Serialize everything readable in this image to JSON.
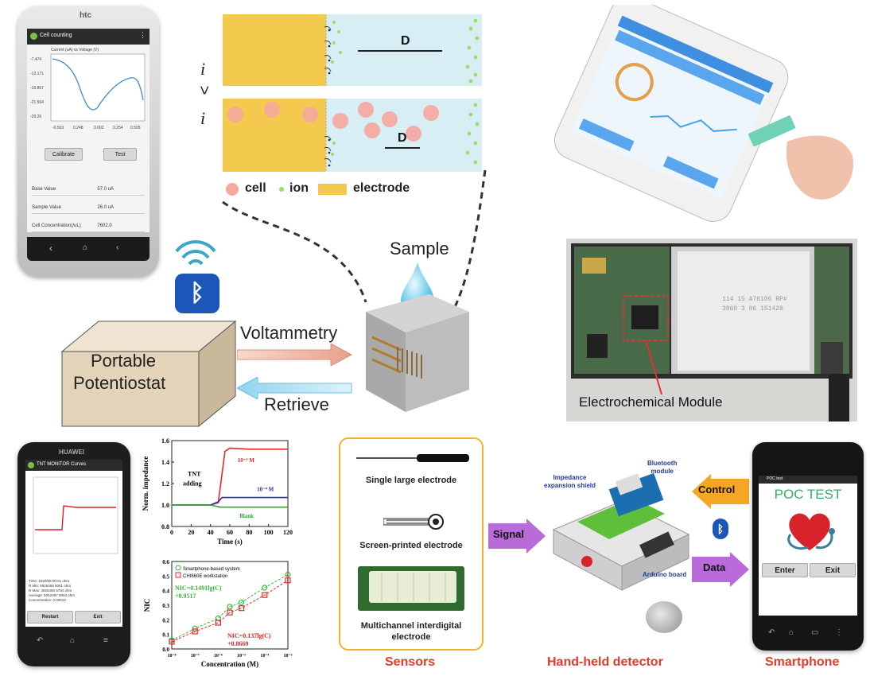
{
  "phone1": {
    "brand": "htc",
    "app_title": "Cell counting",
    "graph_title": "Current (uA) vs Voltage (V)",
    "y_ticks": [
      "-7.474",
      "-12.171",
      "-16.867",
      "-21.564",
      "-26.26"
    ],
    "x_ticks": [
      "-0.503",
      "0.248",
      "0.002",
      "0.254",
      "0.505"
    ],
    "calibrate": "Calibrate",
    "test": "Test",
    "rows": [
      {
        "label": "Base Value",
        "value": "57.0 uA"
      },
      {
        "label": "Sample Value",
        "value": "26.0 uA"
      },
      {
        "label": "Cell Concentration(/uL)",
        "value": "7602.0"
      }
    ]
  },
  "voltammetry_panels": {
    "symbol_top": "i",
    "symbol_mid": ">",
    "symbol_bot": "i",
    "d_label": "D",
    "legend": {
      "cell": "cell",
      "ion": "ion",
      "electrode": "electrode"
    }
  },
  "center": {
    "sample": "Sample",
    "voltammetry": "Voltammetry",
    "retrieve": "Retrieve",
    "potentiostat_line1": "Portable",
    "potentiostat_line2": "Potentiostat"
  },
  "right_top": {
    "electrochemical_module": "Electrochemical Module",
    "label_line1": "114 15 A76106 RP#",
    "label_line2": "3860 3 06 151428"
  },
  "phone2": {
    "brand": "HUAWEI",
    "app_title": "TNT MONITOR Curves",
    "info_lines": [
      "Time: 2020/06 00:01 ohm",
      "R Min: 5926469 5061 ohm",
      "R Max: 4826480 5784 ohm",
      "Average: 5052467 8063 ohm",
      "Concentration: 0.00012"
    ],
    "restart": "Restart",
    "exit": "Exit"
  },
  "chart_top": {
    "ylabel": "Norm. impedance",
    "xlabel": "Time (s)",
    "x_ticks": [
      "0",
      "20",
      "40",
      "60",
      "80",
      "100",
      "120"
    ],
    "y_ticks": [
      "1.6",
      "1.4",
      "1.2",
      "1.0",
      "0.8"
    ],
    "annotation_tnt": "TNT",
    "annotation_adding": "adding",
    "series_labels": [
      "10⁻³ M",
      "10⁻⁴ M",
      "Blank"
    ]
  },
  "chart_bottom": {
    "ylabel": "NIC",
    "xlabel": "Concentration (M)",
    "x_ticks": [
      "10⁻⁸",
      "10⁻⁷",
      "10⁻⁶",
      "10⁻⁵",
      "10⁻⁴",
      "10⁻³"
    ],
    "y_ticks": [
      "0.6",
      "0.5",
      "0.4",
      "0.3",
      "0.2",
      "0.1",
      "0.0"
    ],
    "legend_green": "Smartphone-based system",
    "legend_red": "CHI660E workstation",
    "eq_green_1": "NIC=0.1491lg(C)",
    "eq_green_2": "+0.9517",
    "eq_red_1": "NIC=0.137lg(C)",
    "eq_red_2": "+0.8669"
  },
  "chart_data": [
    {
      "type": "line",
      "xlabel": "Time (s)",
      "ylabel": "Norm. impedance",
      "xlim": [
        0,
        120
      ],
      "ylim": [
        0.8,
        1.6
      ],
      "series": [
        {
          "name": "10⁻³ M",
          "color": "#e8262a",
          "x": [
            0,
            40,
            48,
            55,
            60,
            80,
            100,
            120
          ],
          "values": [
            1.0,
            1.0,
            1.02,
            1.5,
            1.53,
            1.52,
            1.52,
            1.52
          ]
        },
        {
          "name": "10⁻⁴ M",
          "color": "#2a2ac8",
          "x": [
            0,
            40,
            48,
            52,
            60,
            80,
            100,
            120
          ],
          "values": [
            1.0,
            1.0,
            1.03,
            1.07,
            1.07,
            1.07,
            1.07,
            1.07
          ]
        },
        {
          "name": "Blank",
          "color": "#2aa82a",
          "x": [
            0,
            40,
            50,
            60,
            80,
            100,
            120
          ],
          "values": [
            1.0,
            1.0,
            0.98,
            0.98,
            0.98,
            0.98,
            0.98
          ]
        }
      ]
    },
    {
      "type": "scatter",
      "xlabel": "Concentration (M)",
      "ylabel": "NIC",
      "xscale": "log",
      "xlim": [
        -8,
        -3
      ],
      "ylim": [
        0.0,
        0.6
      ],
      "series": [
        {
          "name": "Smartphone-based system",
          "color": "#3cb43c",
          "x": [
            -8,
            -7,
            -6,
            -5.5,
            -5,
            -4,
            -3
          ],
          "values": [
            0.06,
            0.14,
            0.21,
            0.29,
            0.32,
            0.42,
            0.51
          ]
        },
        {
          "name": "CHI660E workstation",
          "color": "#e8262a",
          "x": [
            -8,
            -7,
            -6,
            -5.5,
            -5,
            -4,
            -3
          ],
          "values": [
            0.05,
            0.12,
            0.18,
            0.25,
            0.28,
            0.37,
            0.47
          ]
        }
      ]
    }
  ],
  "sensors": {
    "item1": "Single large electrode",
    "item2": "Screen-printed electrode",
    "item3_line1": "Multichannel interdigital",
    "item3_line2": "electrode",
    "caption": "Sensors"
  },
  "detector": {
    "impedance_line1": "Impedance",
    "impedance_line2": "expansion shield",
    "bluetooth_line1": "Bluetooth",
    "bluetooth_line2": "module",
    "arduino": "Arduino board",
    "signal": "Signal",
    "control": "Control",
    "data": "Data",
    "caption": "Hand-held detector"
  },
  "phone3": {
    "app_title": "POC test",
    "poc": "POC TEST",
    "enter": "Enter",
    "exit": "Exit",
    "caption": "Smartphone"
  },
  "colors": {
    "electrode": "#f3c94e",
    "fluid": "#d6eef4",
    "cell": "#f7a8a0",
    "ion": "#9fdc6a",
    "caption_red": "#e23b2a",
    "signal_purple": "#b86bd9",
    "control_orange": "#f5a623"
  }
}
